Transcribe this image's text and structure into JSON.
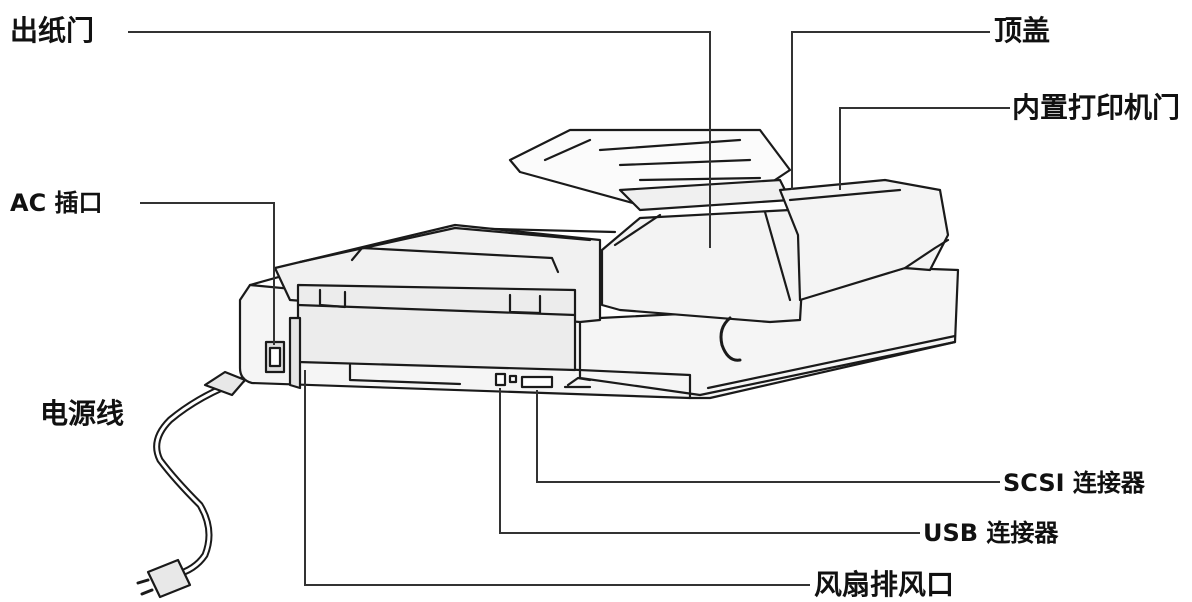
{
  "labels": {
    "paper_exit_door": "出纸门",
    "top_cover": "顶盖",
    "imprinter_door": "内置打印机门",
    "ac_inlet": "AC 插口",
    "power_cord": "电源线",
    "scsi_connector": "SCSI 连接器",
    "usb_connector": "USB 连接器",
    "fan_vent": "风扇排风口"
  },
  "colors": {
    "outline": "#1a1a1a",
    "leader": "#333333",
    "body_light": "#f7f7f7",
    "body_mid": "#eeeeee",
    "body_dark": "#dcdcdc"
  }
}
